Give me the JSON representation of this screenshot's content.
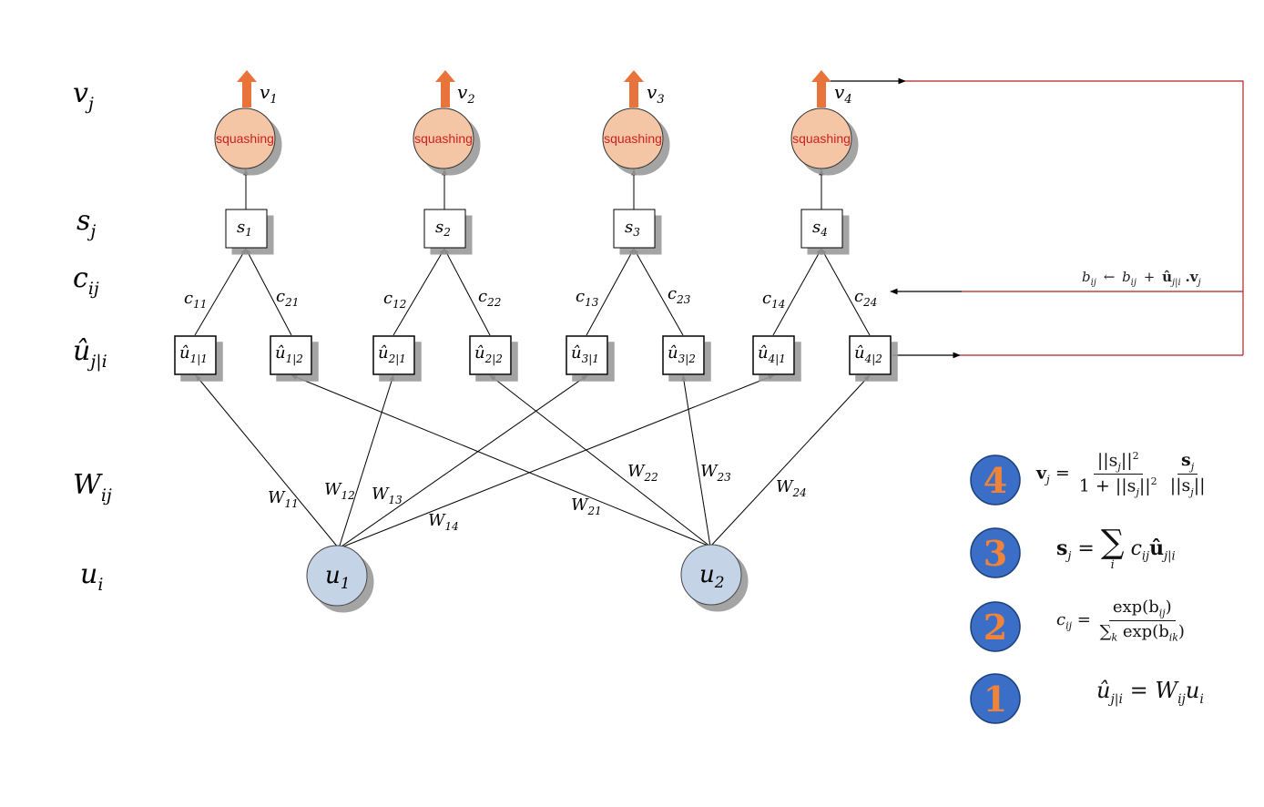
{
  "row_labels": {
    "v": {
      "base": "v",
      "sub": "j"
    },
    "s": {
      "base": "s",
      "sub": "j"
    },
    "c": {
      "base": "c",
      "sub": "ij"
    },
    "u_hat": {
      "base": "û",
      "sub": "j|i"
    },
    "w": {
      "base": "W",
      "sub": "ij"
    },
    "u": {
      "base": "u",
      "sub": "i"
    }
  },
  "squash_label": "squashing",
  "outputs": [
    {
      "base": "v",
      "sub": "1"
    },
    {
      "base": "v",
      "sub": "2"
    },
    {
      "base": "v",
      "sub": "3"
    },
    {
      "base": "v",
      "sub": "4"
    }
  ],
  "s_nodes": [
    {
      "base": "s",
      "sub": "1"
    },
    {
      "base": "s",
      "sub": "2"
    },
    {
      "base": "s",
      "sub": "3"
    },
    {
      "base": "s",
      "sub": "4"
    }
  ],
  "c_labels": [
    {
      "base": "c",
      "sub": "11"
    },
    {
      "base": "c",
      "sub": "21"
    },
    {
      "base": "c",
      "sub": "12"
    },
    {
      "base": "c",
      "sub": "22"
    },
    {
      "base": "c",
      "sub": "13"
    },
    {
      "base": "c",
      "sub": "23"
    },
    {
      "base": "c",
      "sub": "14"
    },
    {
      "base": "c",
      "sub": "24"
    }
  ],
  "uhat_nodes": [
    {
      "base": "û",
      "sub": "1|1"
    },
    {
      "base": "û",
      "sub": "1|2"
    },
    {
      "base": "û",
      "sub": "2|1"
    },
    {
      "base": "û",
      "sub": "2|2"
    },
    {
      "base": "û",
      "sub": "3|1"
    },
    {
      "base": "û",
      "sub": "3|2"
    },
    {
      "base": "û",
      "sub": "4|1"
    },
    {
      "base": "û",
      "sub": "4|2"
    }
  ],
  "w_labels": [
    {
      "base": "W",
      "sub": "11"
    },
    {
      "base": "W",
      "sub": "12"
    },
    {
      "base": "W",
      "sub": "13"
    },
    {
      "base": "W",
      "sub": "14"
    },
    {
      "base": "W",
      "sub": "21"
    },
    {
      "base": "W",
      "sub": "22"
    },
    {
      "base": "W",
      "sub": "23"
    },
    {
      "base": "W",
      "sub": "24"
    }
  ],
  "input_nodes": [
    {
      "base": "u",
      "sub": "1"
    },
    {
      "base": "u",
      "sub": "2"
    }
  ],
  "update_rule": {
    "lhs_base": "b",
    "lhs_sub": "ij",
    "arrow": "←",
    "rhs_base": "b",
    "rhs_sub": "ij",
    "plus": "+",
    "uhat": "û",
    "uhat_sub": "j|i",
    "dot_v": ".v",
    "v_sub": "j"
  },
  "steps": [
    {
      "number": "4"
    },
    {
      "number": "3"
    },
    {
      "number": "2"
    },
    {
      "number": "1"
    }
  ],
  "formula4": {
    "lhs": "v",
    "lhs_sub": "j",
    "eq": "=",
    "num1": "||s",
    "num1_sub": "j",
    "num1_end": "||",
    "num1_sup": "2",
    "den1": "1 + ||s",
    "den1_sub": "j",
    "den1_end": "||",
    "den1_sup": "2",
    "num2": "s",
    "num2_sub": "j",
    "den2": "||s",
    "den2_sub": "j",
    "den2_end": "||"
  },
  "formula3": {
    "lhs": "s",
    "lhs_sub": "j",
    "eq": "=",
    "sum": "∑",
    "sum_sub": "i",
    "c": "c",
    "c_sub": "ij",
    "u": "û",
    "u_sub": "j|i"
  },
  "formula2": {
    "lhs": "c",
    "lhs_sub": "ij",
    "eq": "=",
    "num": "exp(b",
    "num_sub": "ij",
    "num_end": ")",
    "den_sum": "∑",
    "den_sum_sub": "k",
    "den": " exp(b",
    "den_sub": "ik",
    "den_end": ")"
  },
  "formula1": {
    "lhs": "û",
    "lhs_sub": "j|i",
    "eq": "=",
    "w": "W",
    "w_sub": "ij",
    "u": "u",
    "u_sub": "i"
  },
  "colors": {
    "squash_fill": "#f5c6a5",
    "input_fill": "#c5d3e6",
    "output_arrow": "#e8743b",
    "feedback_line": "#b22222",
    "step_circle": "#3b6fc7",
    "step_number": "#f0833a"
  }
}
